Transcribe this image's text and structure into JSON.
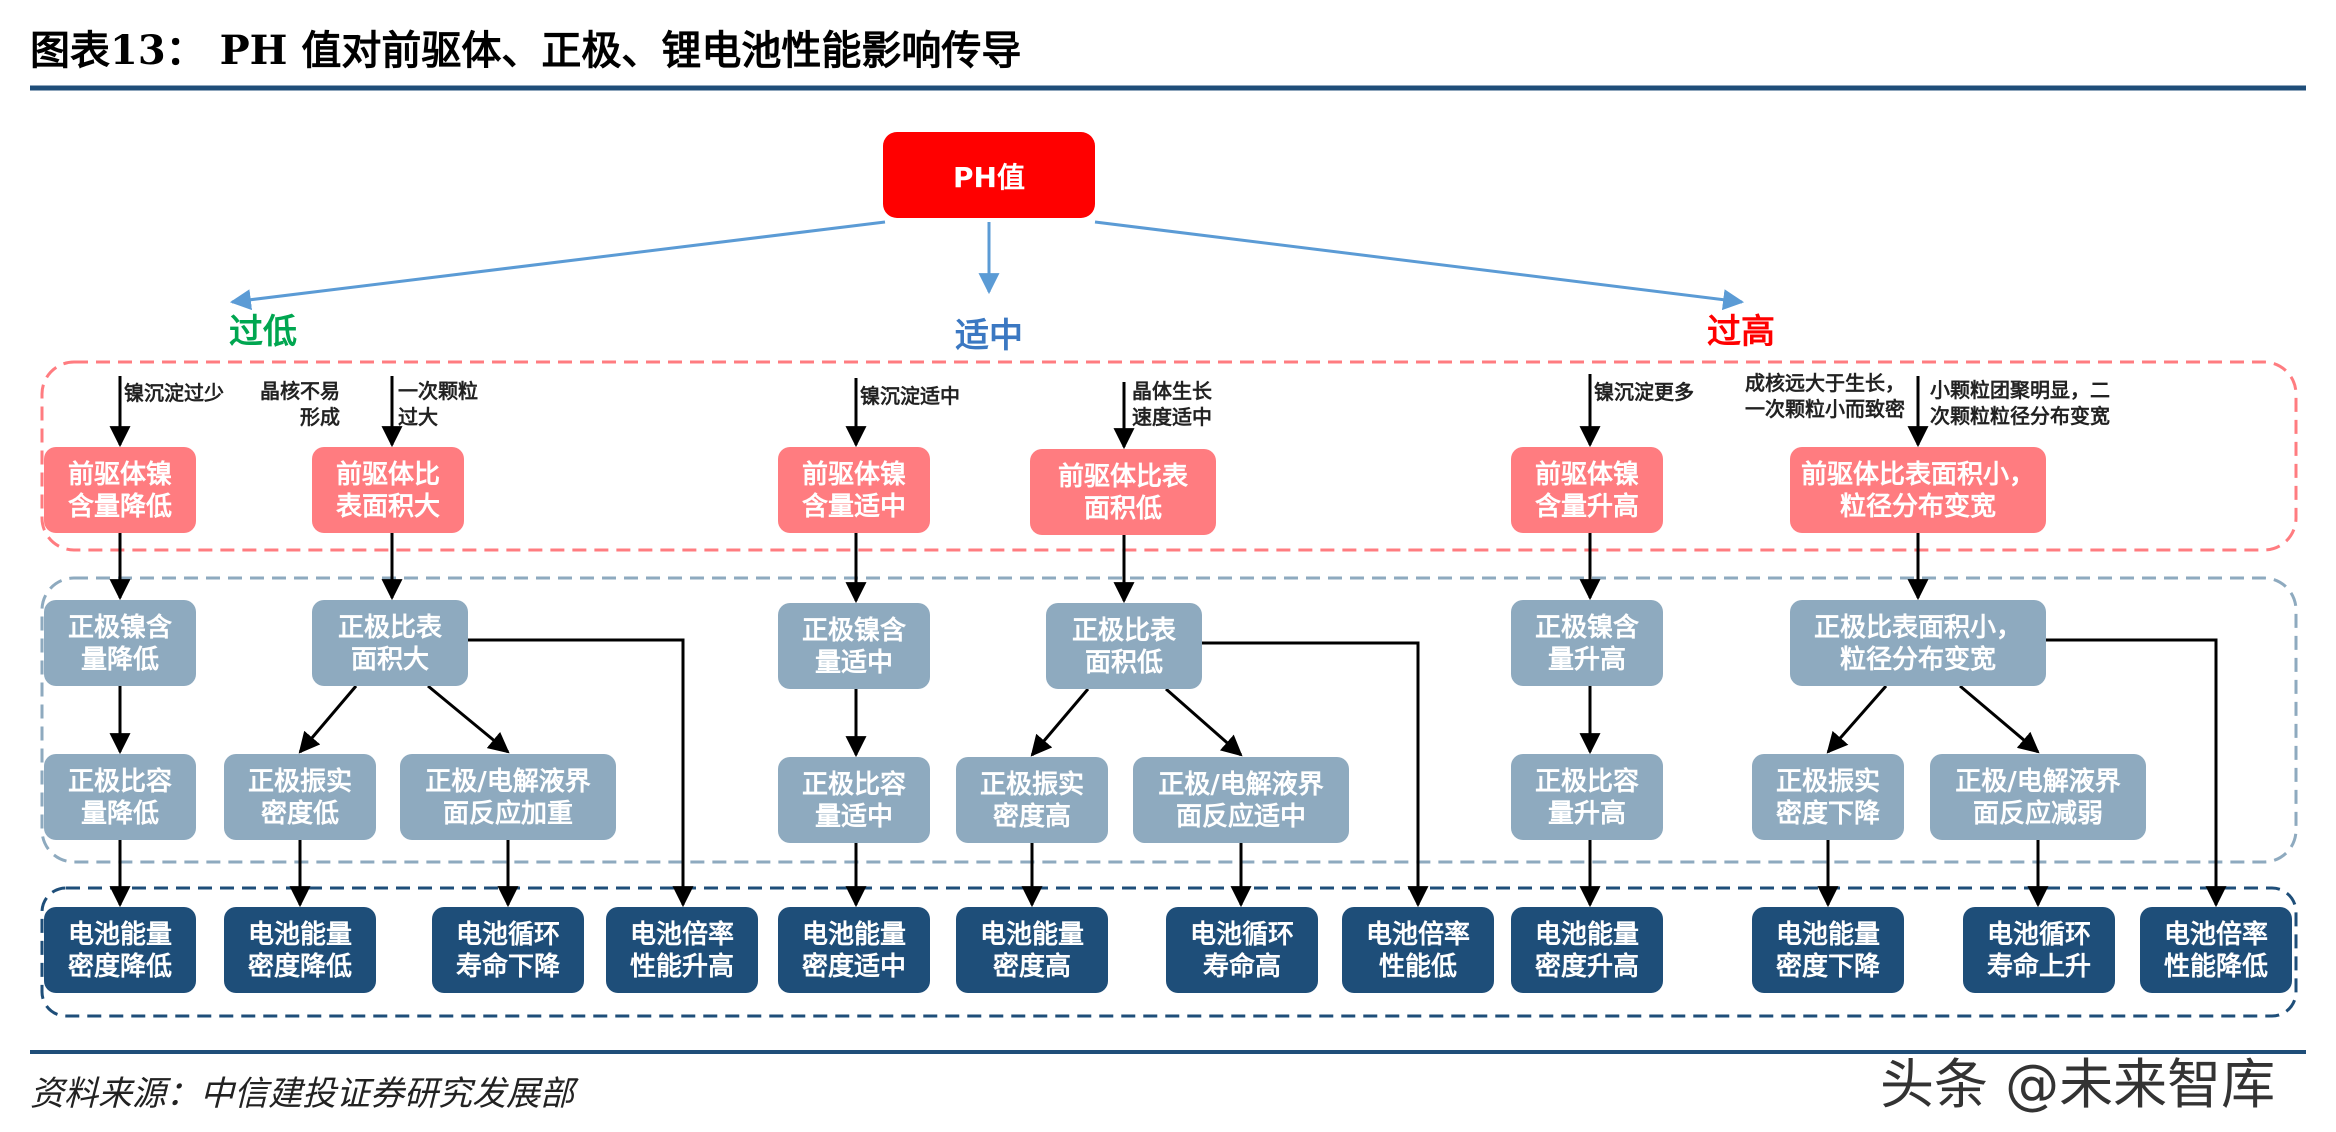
{
  "title": "图表13： PH 值对前驱体、正极、锂电池性能影响传导",
  "source": "资料来源：中信建投证券研究发展部",
  "watermark": "头条 @未来智库",
  "colors": {
    "root": "#ff0000",
    "precursor": "#ff7c80",
    "cathode": "#8eaabf",
    "battery": "#1e4e79",
    "low_label": "#00a650",
    "mid_label": "#3b78c2",
    "high_label": "#ff0000"
  },
  "root": "PH值",
  "branches": [
    {
      "id": "low",
      "label": "过低"
    },
    {
      "id": "mid",
      "label": "适中"
    },
    {
      "id": "high",
      "label": "过高"
    }
  ],
  "nodes": [
    {
      "id": "p1",
      "type": "precursor",
      "lines": [
        "前驱体镍",
        "含量降低"
      ]
    },
    {
      "id": "p2",
      "type": "precursor",
      "lines": [
        "前驱体比",
        "表面积大"
      ]
    },
    {
      "id": "p3",
      "type": "precursor",
      "lines": [
        "前驱体镍",
        "含量适中"
      ]
    },
    {
      "id": "p4",
      "type": "precursor",
      "lines": [
        "前驱体比表",
        "面积低"
      ]
    },
    {
      "id": "p5",
      "type": "precursor",
      "lines": [
        "前驱体镍",
        "含量升高"
      ]
    },
    {
      "id": "p6",
      "type": "precursor",
      "lines": [
        "前驱体比表面积小，",
        "粒径分布变宽"
      ]
    },
    {
      "id": "c1",
      "type": "cathode",
      "lines": [
        "正极镍含",
        "量降低"
      ]
    },
    {
      "id": "c2",
      "type": "cathode",
      "lines": [
        "正极比表",
        "面积大"
      ]
    },
    {
      "id": "c3",
      "type": "cathode",
      "lines": [
        "正极镍含",
        "量适中"
      ]
    },
    {
      "id": "c4",
      "type": "cathode",
      "lines": [
        "正极比表",
        "面积低"
      ]
    },
    {
      "id": "c5",
      "type": "cathode",
      "lines": [
        "正极镍含",
        "量升高"
      ]
    },
    {
      "id": "c6",
      "type": "cathode",
      "lines": [
        "正极比表面积小，",
        "粒径分布变宽"
      ]
    },
    {
      "id": "d1",
      "type": "cathode",
      "lines": [
        "正极比容",
        "量降低"
      ]
    },
    {
      "id": "d2",
      "type": "cathode",
      "lines": [
        "正极振实",
        "密度低"
      ]
    },
    {
      "id": "d3",
      "type": "cathode",
      "lines": [
        "正极/电解液界",
        "面反应加重"
      ]
    },
    {
      "id": "d4",
      "type": "cathode",
      "lines": [
        "正极比容",
        "量适中"
      ]
    },
    {
      "id": "d5",
      "type": "cathode",
      "lines": [
        "正极振实",
        "密度高"
      ]
    },
    {
      "id": "d6",
      "type": "cathode",
      "lines": [
        "正极/电解液界",
        "面反应适中"
      ]
    },
    {
      "id": "d7",
      "type": "cathode",
      "lines": [
        "正极比容",
        "量升高"
      ]
    },
    {
      "id": "d8",
      "type": "cathode",
      "lines": [
        "正极振实",
        "密度下降"
      ]
    },
    {
      "id": "d9",
      "type": "cathode",
      "lines": [
        "正极/电解液界",
        "面反应减弱"
      ]
    },
    {
      "id": "b1",
      "type": "battery",
      "lines": [
        "电池能量",
        "密度降低"
      ]
    },
    {
      "id": "b2",
      "type": "battery",
      "lines": [
        "电池能量",
        "密度降低"
      ]
    },
    {
      "id": "b3",
      "type": "battery",
      "lines": [
        "电池循环",
        "寿命下降"
      ]
    },
    {
      "id": "b4",
      "type": "battery",
      "lines": [
        "电池倍率",
        "性能升高"
      ]
    },
    {
      "id": "b5",
      "type": "battery",
      "lines": [
        "电池能量",
        "密度适中"
      ]
    },
    {
      "id": "b6",
      "type": "battery",
      "lines": [
        "电池能量",
        "密度高"
      ]
    },
    {
      "id": "b7",
      "type": "battery",
      "lines": [
        "电池循环",
        "寿命高"
      ]
    },
    {
      "id": "b8",
      "type": "battery",
      "lines": [
        "电池倍率",
        "性能低"
      ]
    },
    {
      "id": "b9",
      "type": "battery",
      "lines": [
        "电池能量",
        "密度升高"
      ]
    },
    {
      "id": "b10",
      "type": "battery",
      "lines": [
        "电池能量",
        "密度下降"
      ]
    },
    {
      "id": "b11",
      "type": "battery",
      "lines": [
        "电池循环",
        "寿命上升"
      ]
    },
    {
      "id": "b12",
      "type": "battery",
      "lines": [
        "电池倍率",
        "性能降低"
      ]
    }
  ],
  "annotations": [
    {
      "id": "a1",
      "lines": [
        "镍沉淀过少"
      ]
    },
    {
      "id": "a2",
      "lines": [
        "晶核不易",
        "形成"
      ]
    },
    {
      "id": "a3",
      "lines": [
        "一次颗粒",
        "过大"
      ]
    },
    {
      "id": "a4",
      "lines": [
        "镍沉淀适中"
      ]
    },
    {
      "id": "a5",
      "lines": [
        "晶体生长",
        "速度适中"
      ]
    },
    {
      "id": "a6",
      "lines": [
        "镍沉淀更多"
      ]
    },
    {
      "id": "a7",
      "lines": [
        "成核远大于生长，",
        "一次颗粒小而致密"
      ]
    },
    {
      "id": "a8",
      "lines": [
        "小颗粒团聚明显，二",
        "次颗粒粒径分布变宽"
      ]
    }
  ]
}
